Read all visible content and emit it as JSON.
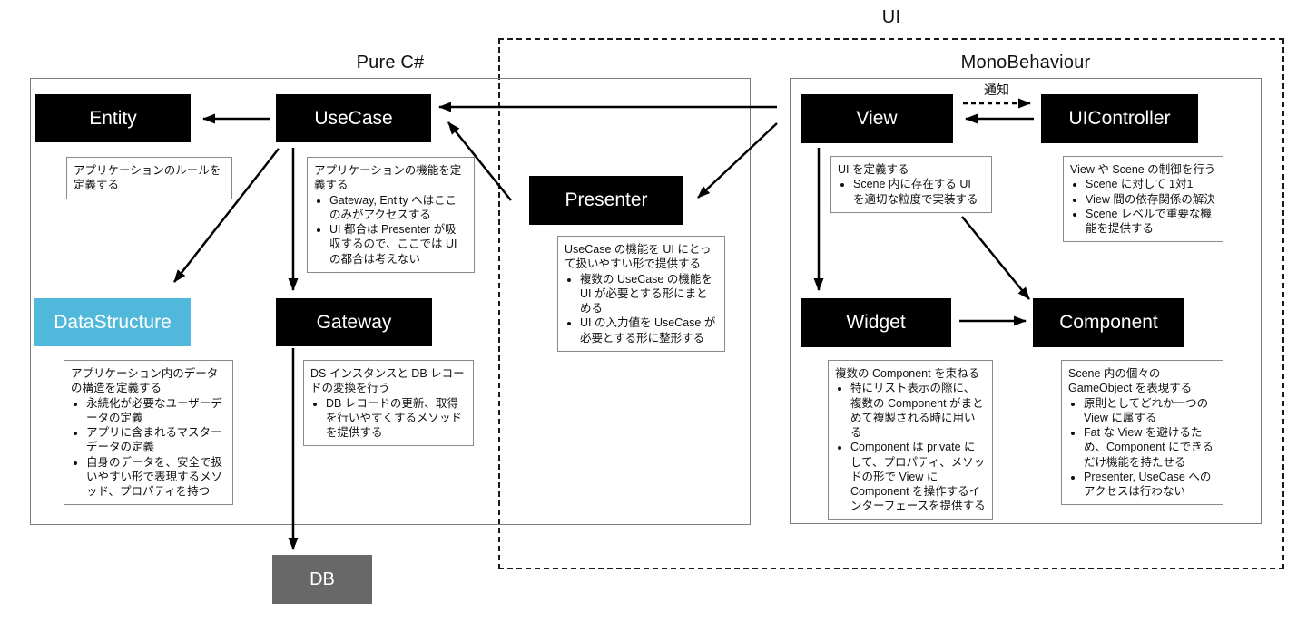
{
  "groups": {
    "ui": {
      "label": "UI"
    },
    "pure_csharp": {
      "label": "Pure C#"
    },
    "monobehaviour": {
      "label": "MonoBehaviour"
    }
  },
  "edges": {
    "notify_label": "通知"
  },
  "colors": {
    "node_black": "#000000",
    "datastructure_blue": "#4FB8DB",
    "db_gray": "#686868"
  },
  "nodes": {
    "entity": {
      "label": "Entity",
      "note_intro": "アプリケーションのルールを定義する",
      "note_bullets": []
    },
    "usecase": {
      "label": "UseCase",
      "note_intro": "アプリケーションの機能を定義する",
      "note_bullets": [
        "Gateway, Entity へはここのみがアクセスする",
        "UI 都合は Presenter が吸収するので、ここでは UI の都合は考えない"
      ]
    },
    "presenter": {
      "label": "Presenter",
      "note_intro": "UseCase の機能を UI にとって扱いやすい形で提供する",
      "note_bullets": [
        "複数の UseCase の機能を UI が必要とする形にまとめる",
        "UI の入力値を UseCase が必要とする形に整形する"
      ]
    },
    "datastructure": {
      "label": "DataStructure",
      "note_intro": "アプリケーション内のデータの構造を定義する",
      "note_bullets": [
        "永続化が必要なユーザーデータの定義",
        "アプリに含まれるマスターデータの定義",
        "自身のデータを、安全で扱いやすい形で表現するメソッド、プロパティを持つ"
      ]
    },
    "gateway": {
      "label": "Gateway",
      "note_intro": "DS インスタンスと DB レコードの変換を行う",
      "note_bullets": [
        "DB レコードの更新、取得を行いやすくするメソッドを提供する"
      ]
    },
    "view": {
      "label": "View",
      "note_intro": "UI を定義する",
      "note_bullets": [
        "Scene 内に存在する UI を適切な粒度で実装する"
      ]
    },
    "uicontroller": {
      "label": "UIController",
      "note_intro": "View や Scene の制御を行う",
      "note_bullets": [
        "Scene に対して 1対1",
        "View 間の依存関係の解決",
        "Scene レベルで重要な機能を提供する"
      ]
    },
    "widget": {
      "label": "Widget",
      "note_intro": "複数の Component を束ねる",
      "note_bullets": [
        "特にリスト表示の際に、複数の Component がまとめて複製される時に用いる",
        "Component は private にして、プロパティ、メソッドの形で View に Component を操作するインターフェースを提供する"
      ]
    },
    "component": {
      "label": "Component",
      "note_intro": "Scene 内の個々の GameObject を表現する",
      "note_bullets": [
        "原則としてどれか一つの View に属する",
        "Fat な View を避けるため、Component にできるだけ機能を持たせる",
        "Presenter, UseCase へのアクセスは行わない"
      ]
    },
    "db": {
      "label": "DB"
    }
  }
}
